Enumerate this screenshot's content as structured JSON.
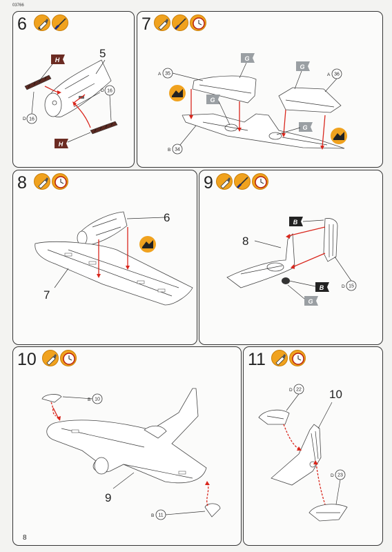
{
  "header": {
    "doc_code": "03766"
  },
  "footer": {
    "page_number": "8"
  },
  "icons": {
    "glue": "glue-tube-icon",
    "paint": "paint-brush-icon",
    "clock": "drying-clock-icon",
    "grip": "glue-grip-icon"
  },
  "colors": {
    "icon_orange": "#f0a21e",
    "arrow_red": "#d9261c",
    "flag_brown": "#6b2b22",
    "flag_grey": "#9a9fa3",
    "page_bg": "#f3f3f1"
  },
  "steps": [
    {
      "number": "6",
      "icons": [
        "glue",
        "paint"
      ],
      "labels": {
        "main": "5"
      },
      "callouts": [
        {
          "letter": "D",
          "num": "16"
        },
        {
          "letter": "D",
          "num": "16"
        }
      ],
      "flags": [
        "H",
        "H"
      ]
    },
    {
      "number": "7",
      "icons": [
        "glue",
        "paint",
        "clock"
      ],
      "callouts": [
        {
          "letter": "A",
          "num": "35"
        },
        {
          "letter": "A",
          "num": "36"
        },
        {
          "letter": "B",
          "num": "34"
        }
      ],
      "flags": [
        "G",
        "G",
        "G",
        "G"
      ]
    },
    {
      "number": "8",
      "icons": [
        "glue",
        "clock"
      ],
      "labels": {
        "main": "6",
        "secondary": "7"
      }
    },
    {
      "number": "9",
      "icons": [
        "glue",
        "paint",
        "clock"
      ],
      "labels": {
        "main": "8"
      },
      "callouts": [
        {
          "letter": "D",
          "num": "15"
        }
      ],
      "flags": [
        "B",
        "B",
        "G"
      ]
    },
    {
      "number": "10",
      "icons": [
        "glue",
        "clock"
      ],
      "labels": {
        "main": "9"
      },
      "callouts": [
        {
          "letter": "B",
          "num": "10"
        },
        {
          "letter": "B",
          "num": "11"
        }
      ]
    },
    {
      "number": "11",
      "icons": [
        "glue",
        "clock"
      ],
      "labels": {
        "main": "10"
      },
      "callouts": [
        {
          "letter": "D",
          "num": "22"
        },
        {
          "letter": "D",
          "num": "23"
        }
      ]
    }
  ]
}
